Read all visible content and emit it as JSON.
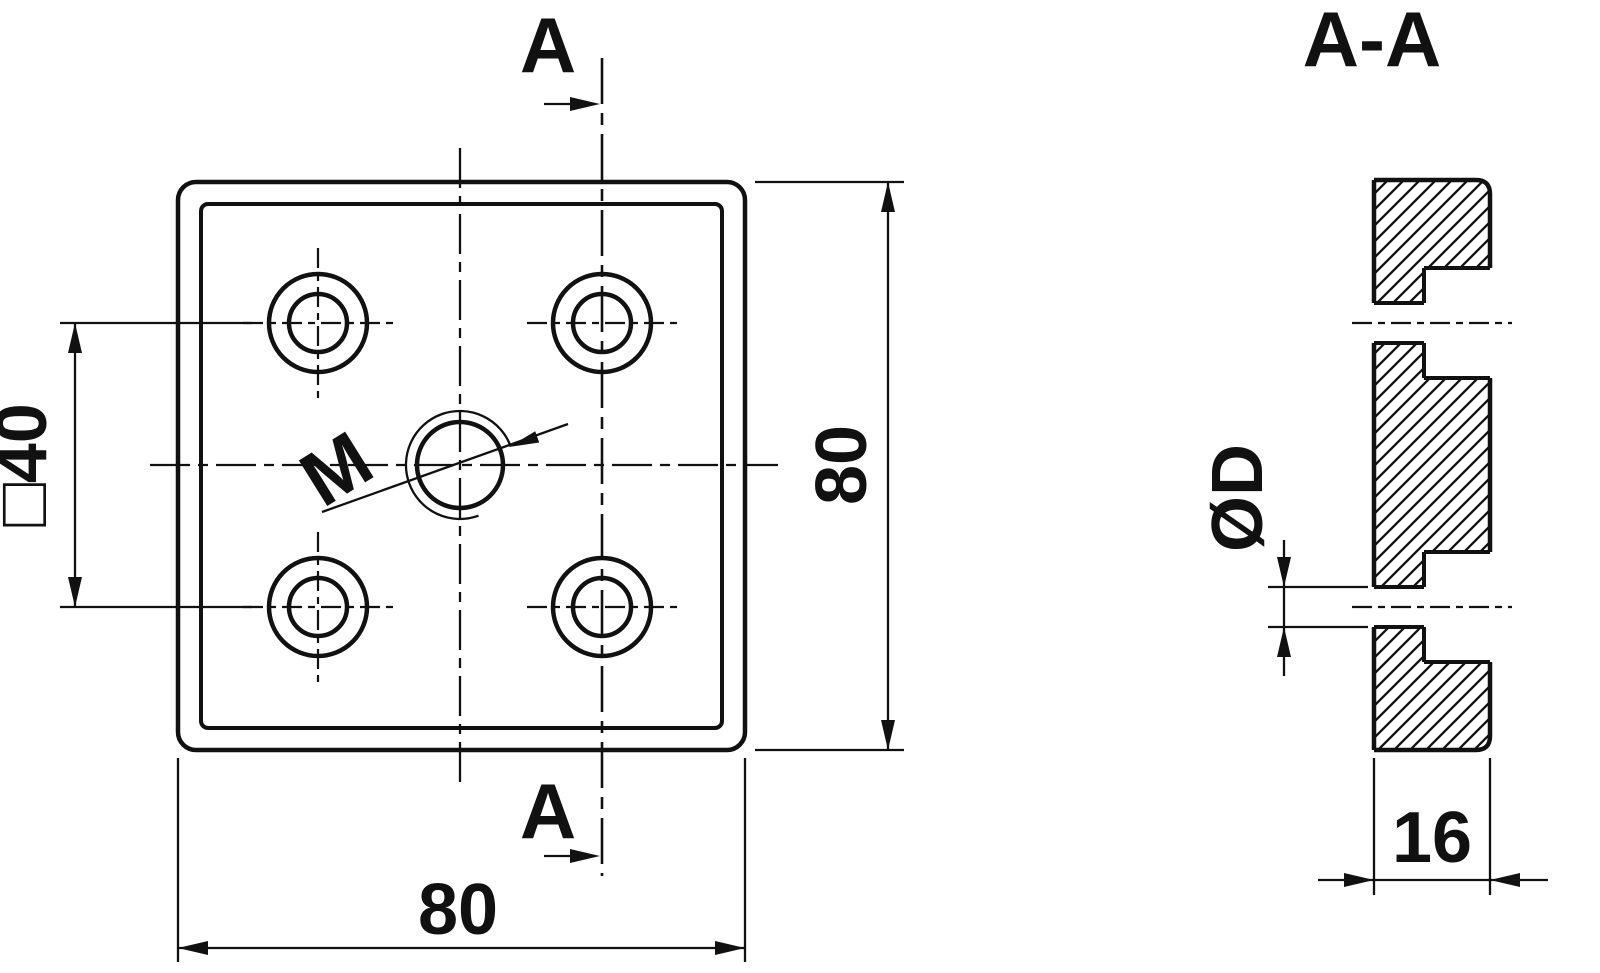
{
  "drawing": {
    "cut_label": "A",
    "front": {
      "thread": "M",
      "square": "□40",
      "height": "80",
      "width": "80"
    },
    "section": {
      "title": "A-A",
      "diameter": "ØD",
      "thickness": "16"
    }
  }
}
